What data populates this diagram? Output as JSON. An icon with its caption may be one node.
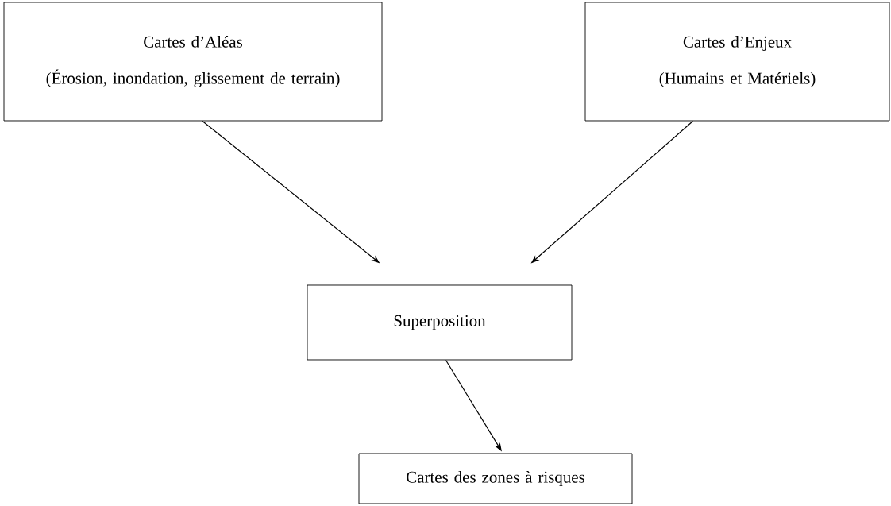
{
  "diagram": {
    "nodes": [
      {
        "text": [
          "Cartes d’Aléas",
          "(Érosion, inondation, glissement de terrain)"
        ]
      },
      {
        "text": [
          "Cartes d’Enjeux",
          "(Humains et Matériels)"
        ]
      },
      {
        "text": [
          "Superposition"
        ]
      },
      {
        "text": [
          "Cartes des zones à risques"
        ]
      }
    ],
    "edges": [
      {
        "from": 0,
        "to": 2,
        "arrow": "to"
      },
      {
        "from": 1,
        "to": 2,
        "arrow": "to"
      },
      {
        "from": 2,
        "to": 3,
        "arrow": "to"
      }
    ]
  }
}
